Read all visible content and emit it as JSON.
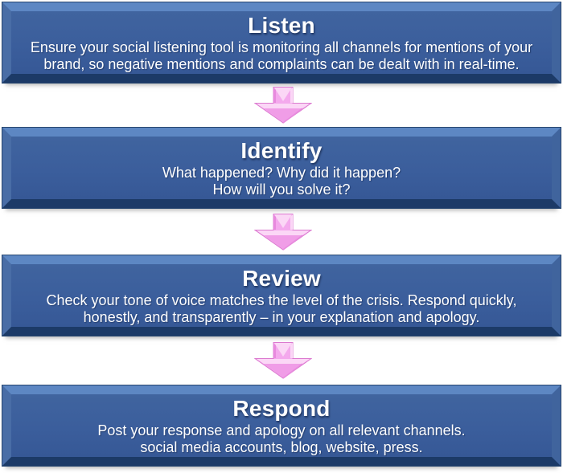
{
  "diagram": {
    "name": "social-media-crisis-response-flow",
    "background": "#ffffff"
  },
  "colors": {
    "box_face": "#3b5e9c",
    "bevel_top": "#5d87c3",
    "bevel_left": "#496da6",
    "bevel_right": "#40649d",
    "bevel_bottom": "#1c3a67",
    "box_outline": "#27466f",
    "text": "#ffffff",
    "arrow_light": "#fbd7f6",
    "arrow_mid": "#f4a9ed",
    "arrow_dark": "#e88ade",
    "arrow_outline": "#db79cf"
  },
  "steps": [
    {
      "title": "Listen",
      "lines": [
        "Ensure your social listening tool is monitoring all channels for mentions of your",
        "brand, so negative mentions and complaints can be dealt with in real-time."
      ]
    },
    {
      "title": "Identify",
      "lines": [
        "What happened? Why did it happen?",
        "How will you solve it?"
      ]
    },
    {
      "title": "Review",
      "lines": [
        "Check your tone of voice matches the level of the crisis. Respond quickly,",
        "honestly, and transparently – in your explanation and apology."
      ]
    },
    {
      "title": "Respond",
      "lines": [
        "Post your response and apology on all relevant channels.",
        "social media accounts, blog, website, press."
      ]
    }
  ]
}
